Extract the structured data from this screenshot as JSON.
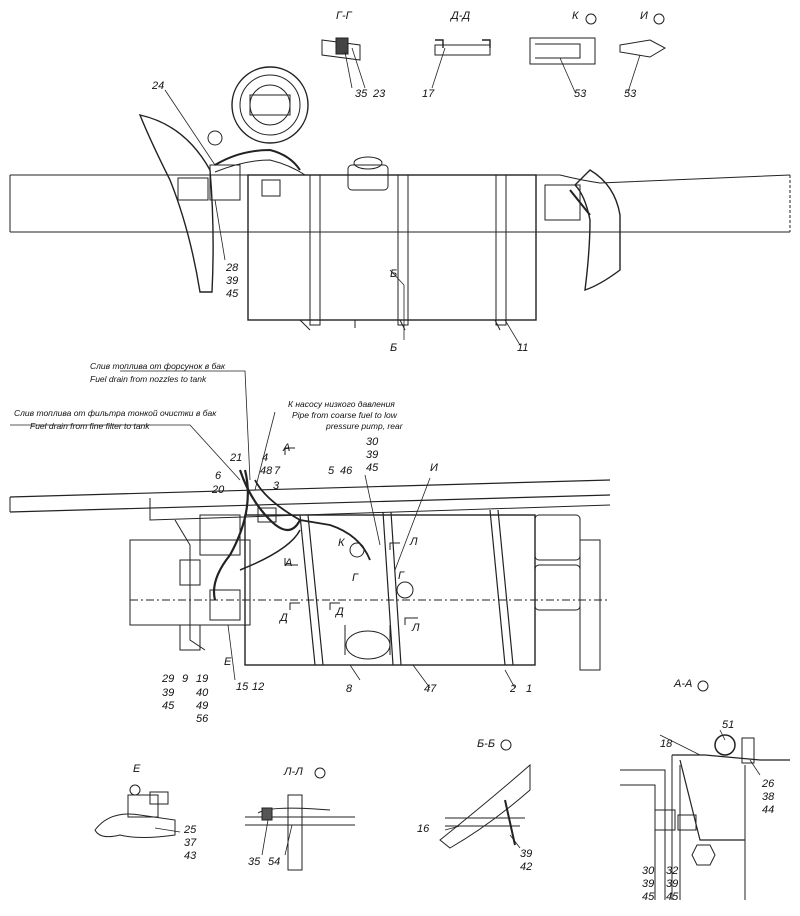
{
  "sections": {
    "gg": "Г-Г",
    "dd": "Д-Д",
    "k": "К",
    "i": "И",
    "aa": "А-А",
    "e": "Е",
    "ll": "Л-Л",
    "bb": "Б-Б"
  },
  "notes": {
    "nozzle_ru": "Слив топлива от форсунок в бак",
    "nozzle_en": "Fuel drain from nozzles to tank",
    "filter_ru": "Слив топлива от фильтра тонкой очистки в бак",
    "filter_en": "Fuel drain from fine filter to tank",
    "pump_ru": "К насосу низкого давления",
    "pump_en1": "Pipe from coarse fuel to low",
    "pump_en2": "pressure pump, rear"
  },
  "callouts": {
    "c24": "24",
    "c23": "23",
    "c35a": "35",
    "c17": "17",
    "c53a": "53",
    "c53b": "53",
    "c11": "11",
    "c21": "21",
    "c4": "4",
    "c48": "48",
    "c7": "7",
    "c6": "6",
    "c20": "20",
    "c3": "3",
    "c5": "5",
    "c46": "46",
    "c_i": "И",
    "c_k": "К",
    "c_g1": "Г",
    "c_g2": "Г",
    "c_l1": "Л",
    "c_l2": "Л",
    "c_a1": "А",
    "c_a2": "А",
    "c_d1": "Д",
    "c_d2": "Д",
    "c_b1": "Б",
    "c_b2": "Б",
    "c_e": "Е",
    "c8": "8",
    "c47": "47",
    "c2": "2",
    "c1": "1",
    "c15": "15",
    "c12": "12",
    "c29": "29",
    "c9": "9",
    "c19": "19",
    "c18": "18",
    "c51": "51",
    "c16": "16",
    "c35b": "35",
    "c54": "54",
    "c30b": "30",
    "c32": "32"
  },
  "stacks": {
    "s28": [
      "28",
      "39",
      "45"
    ],
    "s30": [
      "30",
      "39",
      "45"
    ],
    "s_left": [
      "39",
      "45"
    ],
    "s_40": [
      "40",
      "49",
      "56"
    ],
    "s_e": [
      "25",
      "37",
      "43"
    ],
    "s_bb": [
      "39",
      "42"
    ],
    "s_aa1": [
      "26",
      "38",
      "44"
    ],
    "s_aa2": [
      "39",
      "45"
    ],
    "s_aa3": [
      "39",
      "45"
    ]
  }
}
